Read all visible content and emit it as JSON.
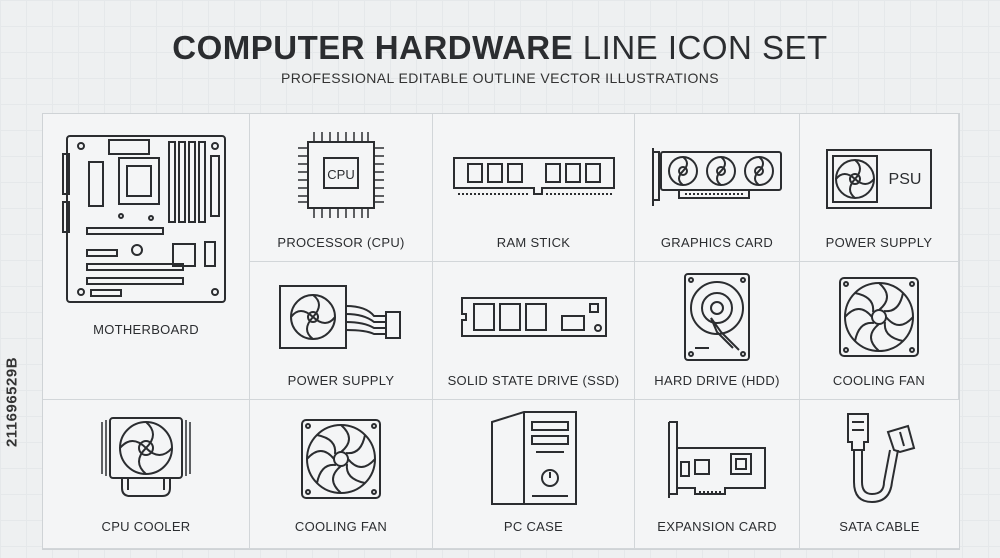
{
  "header": {
    "title_bold": "COMPUTER HARDWARE",
    "title_light": "LINE ICON SET",
    "subtitle": "PROFESSIONAL EDITABLE OUTLINE VECTOR ILLUSTRATIONS"
  },
  "stock_id": "211696529B",
  "icons": [
    {
      "label": "MOTHERBOARD",
      "icon": "motherboard-icon"
    },
    {
      "label": "PROCESSOR (CPU)",
      "icon": "cpu-icon",
      "text": "CPU"
    },
    {
      "label": "RAM STICK",
      "icon": "ram-stick-icon"
    },
    {
      "label": "GRAPHICS CARD",
      "icon": "graphics-card-icon"
    },
    {
      "label": "POWER SUPPLY",
      "icon": "power-supply-psu-icon",
      "text": "PSU"
    },
    {
      "label": "POWER SUPPLY",
      "icon": "power-supply-cables-icon"
    },
    {
      "label": "SOLID STATE DRIVE (SSD)",
      "icon": "ssd-icon"
    },
    {
      "label": "HARD DRIVE (HDD)",
      "icon": "hdd-icon"
    },
    {
      "label": "COOLING FAN",
      "icon": "cooling-fan-icon"
    },
    {
      "label": "CPU COOLER",
      "icon": "cpu-cooler-icon"
    },
    {
      "label": "COOLING FAN",
      "icon": "cooling-fan-icon"
    },
    {
      "label": "PC CASE",
      "icon": "pc-case-icon"
    },
    {
      "label": "EXPANSION CARD",
      "icon": "expansion-card-icon"
    },
    {
      "label": "SATA CABLE",
      "icon": "sata-cable-icon"
    }
  ]
}
